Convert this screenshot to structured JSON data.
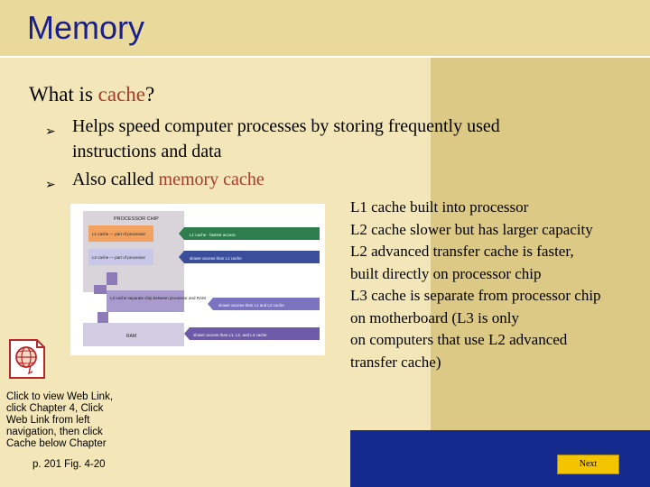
{
  "slide": {
    "title": "Memory",
    "heading_prefix": "What is ",
    "heading_accent": "cache",
    "heading_suffix": "?",
    "bullets": [
      {
        "line1": "Helps speed computer processes by storing frequently used",
        "line2": "instructions and data"
      },
      {
        "prefix": "Also called ",
        "accent": "memory cache"
      }
    ],
    "right_lines": [
      "L1 cache built into processor",
      "L2 cache slower but has larger capacity",
      "L2 advanced transfer cache is faster,",
      "built directly on processor chip",
      "L3 cache is separate from processor chip",
      "on motherboard (L3 is only",
      "on computers that use L2 advanced",
      "transfer cache)"
    ],
    "web_link_text": "Click to view Web Link, click Chapter 4, Click Web Link from left navigation, then click Cache below Chapter",
    "page_ref": "p. 201 Fig. 4-20",
    "next_label": "Next"
  },
  "figure": {
    "chip_label": "PROCESSOR CHIP",
    "l1_box": "L1 cache — part of processor",
    "l2_box": "L2 cache — part of processor",
    "l3_box": "L3 cache   separate chip between processor and RAM",
    "ram_box": "RAM",
    "arrow1": "L1 cache - fastest access",
    "arrow2": "slower access than L1 cache",
    "arrow3": "slower access than L1 and L2 cache",
    "arrow4": "slower access than L1, L2, and L3 cache"
  },
  "colors": {
    "title": "#1a1f8c",
    "accent": "#a63c2c",
    "background": "#f3e6b8",
    "panel": "#dcc985",
    "bottom_bar": "#142a8c",
    "next_button": "#f3c400"
  },
  "icons": {
    "bullet": "arrowhead",
    "right_bullet": "square",
    "web_link": "globe-page-icon"
  }
}
